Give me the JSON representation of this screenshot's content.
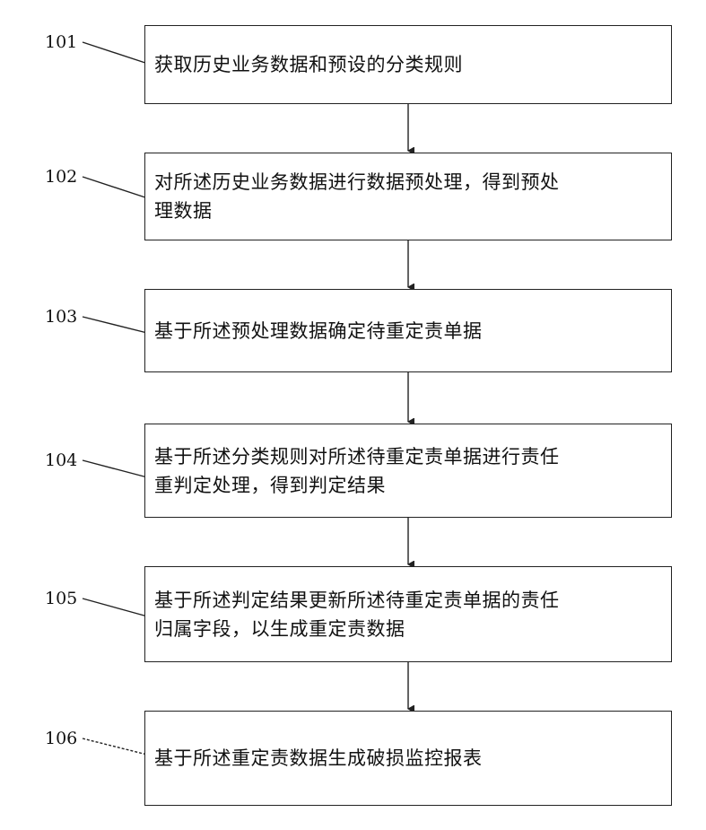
{
  "steps": [
    {
      "id": "101",
      "text": "获取历史业务数据和预设的分类规则"
    },
    {
      "id": "102",
      "text": "对所述历史业务数据进行数据预处理，得到预处\n理数据"
    },
    {
      "id": "103",
      "text": "基于所述预处理数据确定待重定责单据"
    },
    {
      "id": "104",
      "text": "基于所述分类规则对所述待重定责单据进行责任\n重判定处理，得到判定结果"
    },
    {
      "id": "105",
      "text": "基于所述判定结果更新所述待重定责单据的责任\n归属字段，以生成重定责数据"
    },
    {
      "id": "106",
      "text": "基于所述重定责数据生成破损监控报表"
    }
  ]
}
